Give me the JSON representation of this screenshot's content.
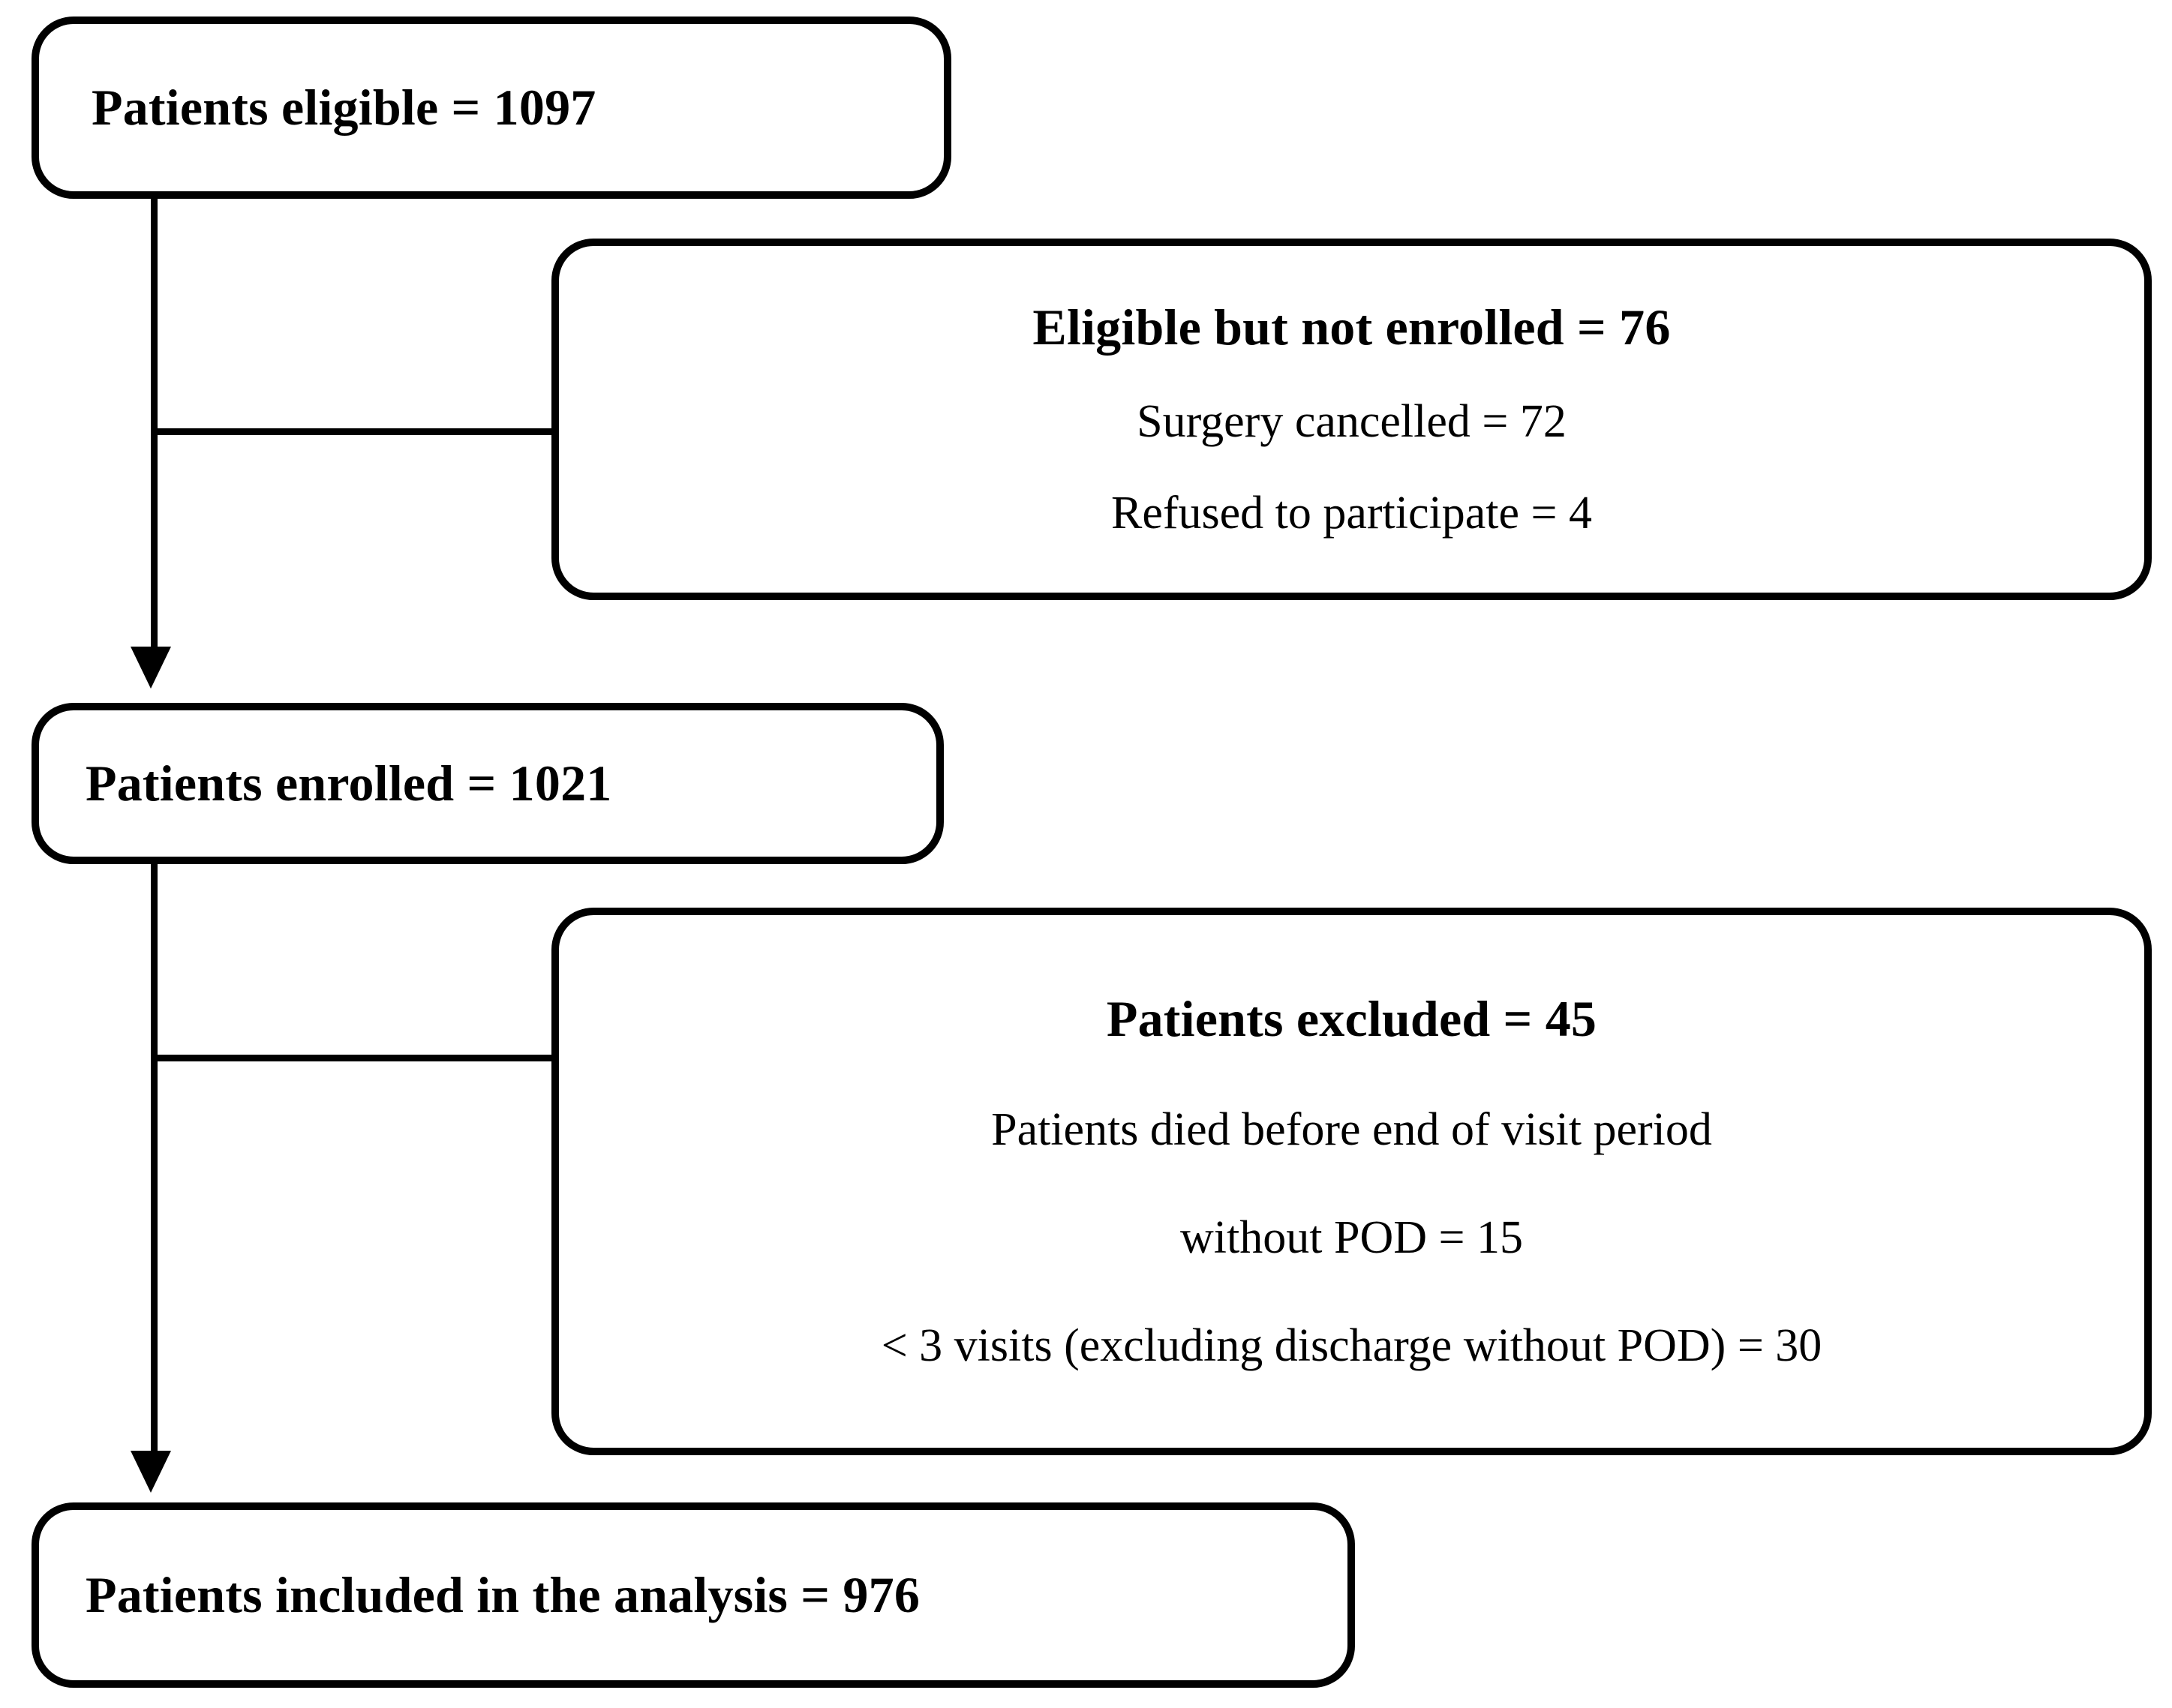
{
  "diagram": {
    "type": "flowchart",
    "orientation": "top-to-bottom",
    "accent_color": "#000000",
    "background_color": "#ffffff",
    "nodes": {
      "eligible": {
        "title": "Patients eligible = 1097",
        "count": 1097
      },
      "not_enrolled": {
        "title": "Eligible but not enrolled = 76",
        "count": 76,
        "reason_1": "Surgery cancelled = 72",
        "reason_2": "Refused to participate = 4"
      },
      "enrolled": {
        "title": "Patients enrolled = 1021",
        "count": 1021
      },
      "excluded": {
        "title": "Patients excluded = 45",
        "count": 45,
        "reason_1_line_1": "Patients died before end of visit period",
        "reason_1_line_2": "without POD = 15",
        "reason_2": "< 3 visits (excluding discharge without POD) = 30"
      },
      "included": {
        "title": "Patients included in the analysis = 976",
        "count": 976
      }
    }
  }
}
